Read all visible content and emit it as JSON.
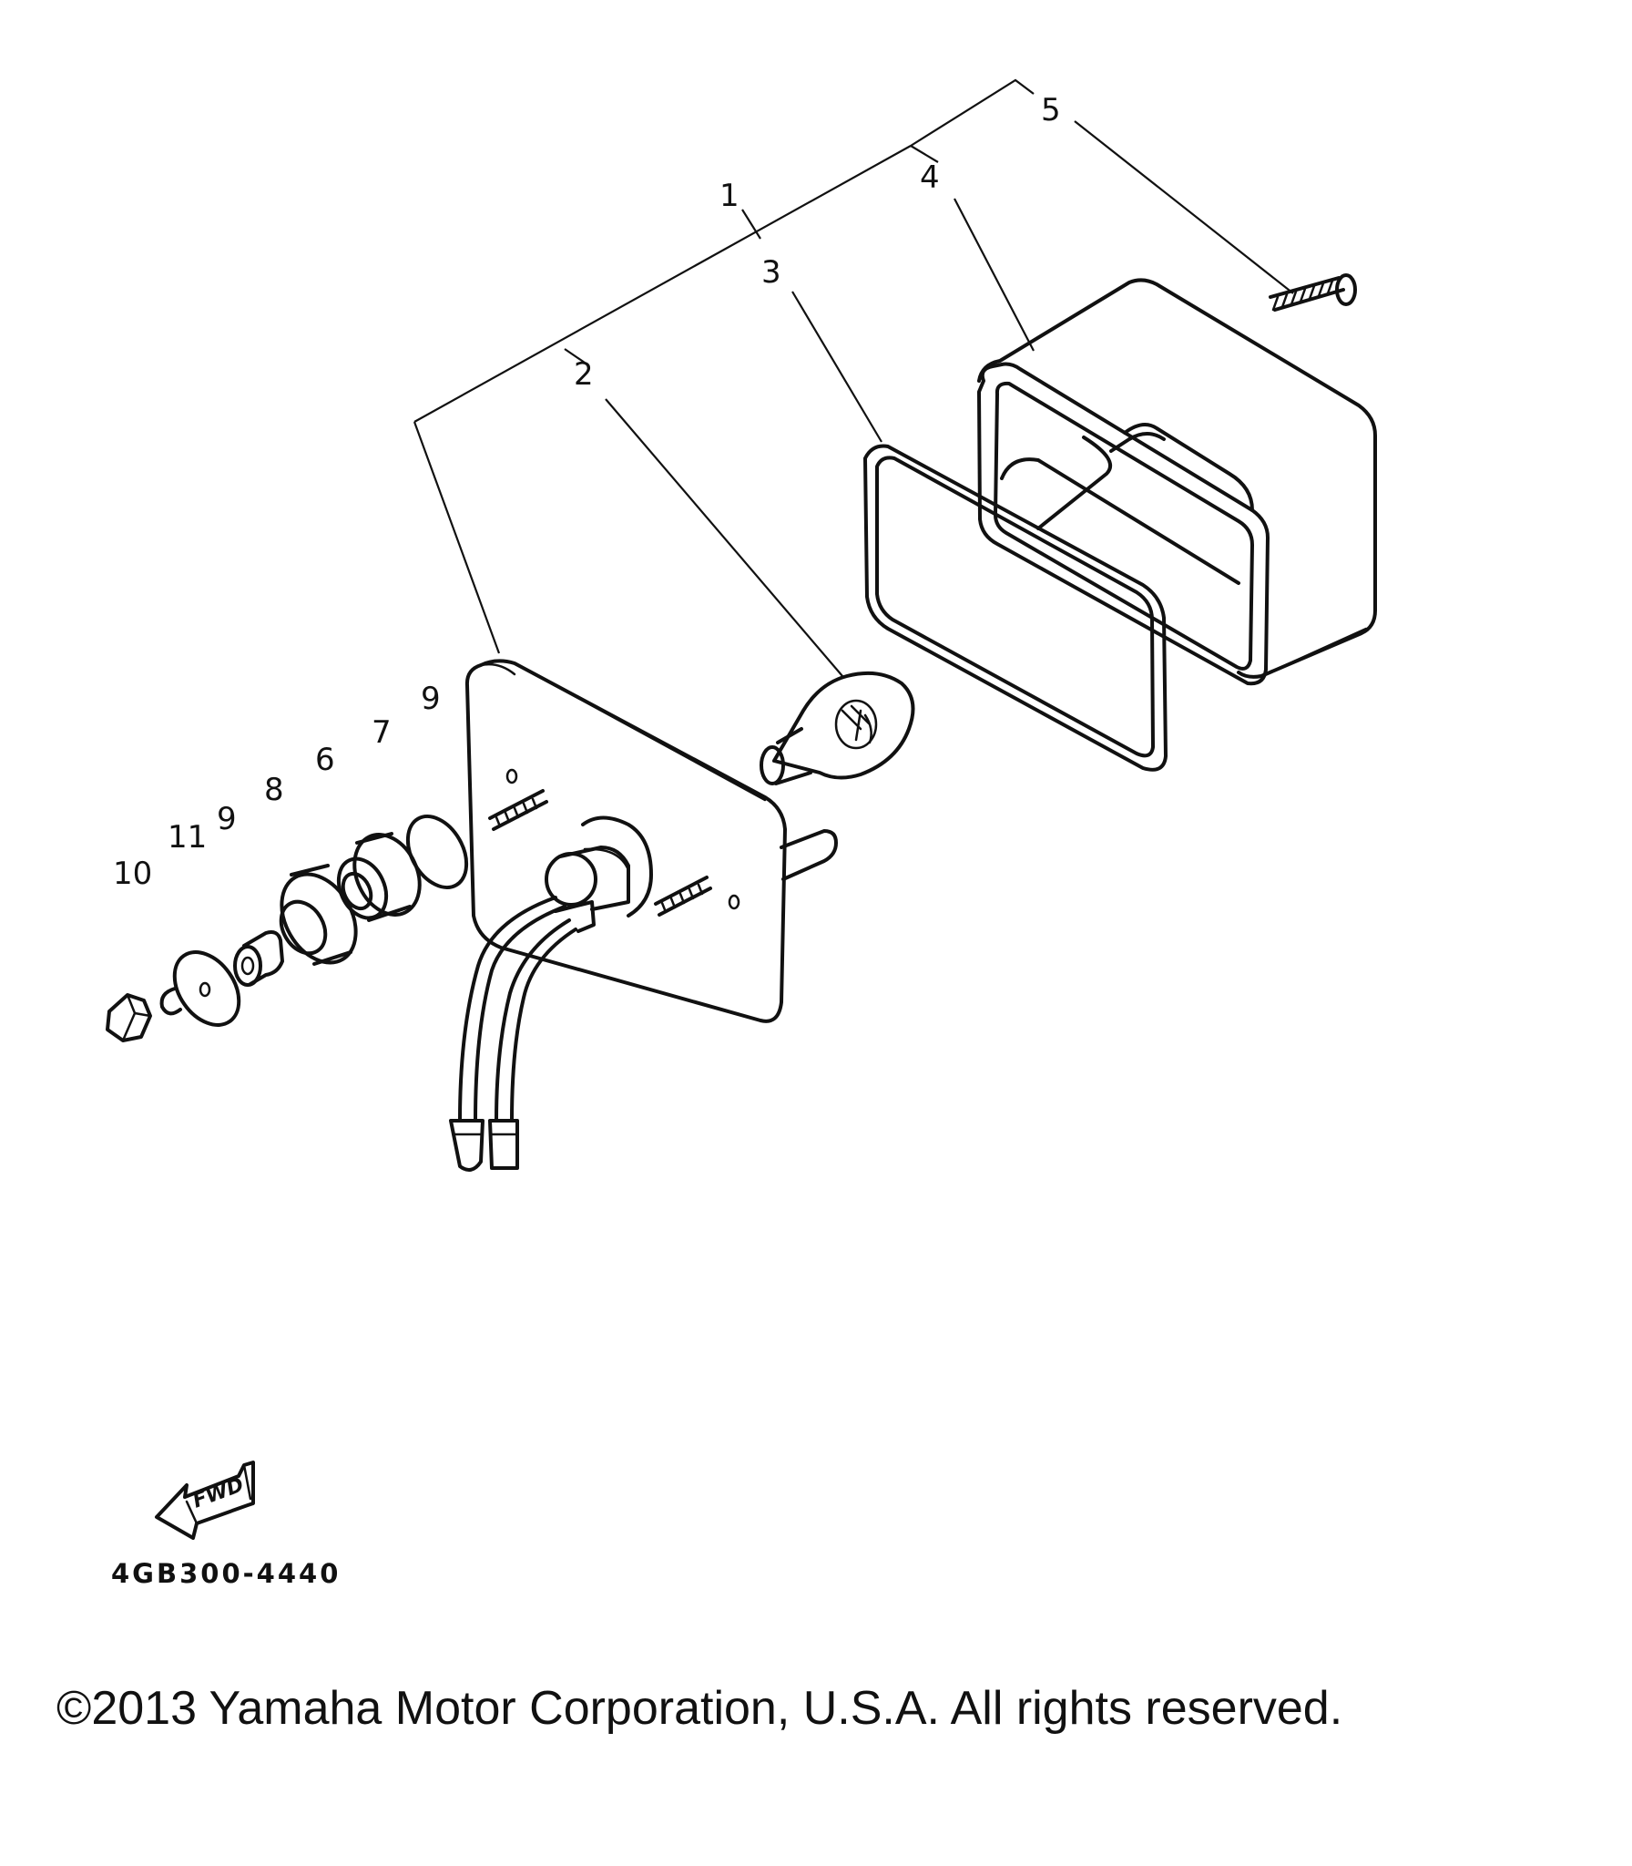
{
  "callouts": {
    "c1": "1",
    "c2": "2",
    "c3": "3",
    "c4": "4",
    "c5": "5",
    "c6": "6",
    "c7": "7",
    "c8": "8",
    "c9a": "9",
    "c9b": "9",
    "c10": "10",
    "c11": "11"
  },
  "fwd_label": "FWD",
  "part_number": "4GB300-4440",
  "copyright": "©2013 Yamaha Motor Corporation, U.S.A. All rights reserved."
}
